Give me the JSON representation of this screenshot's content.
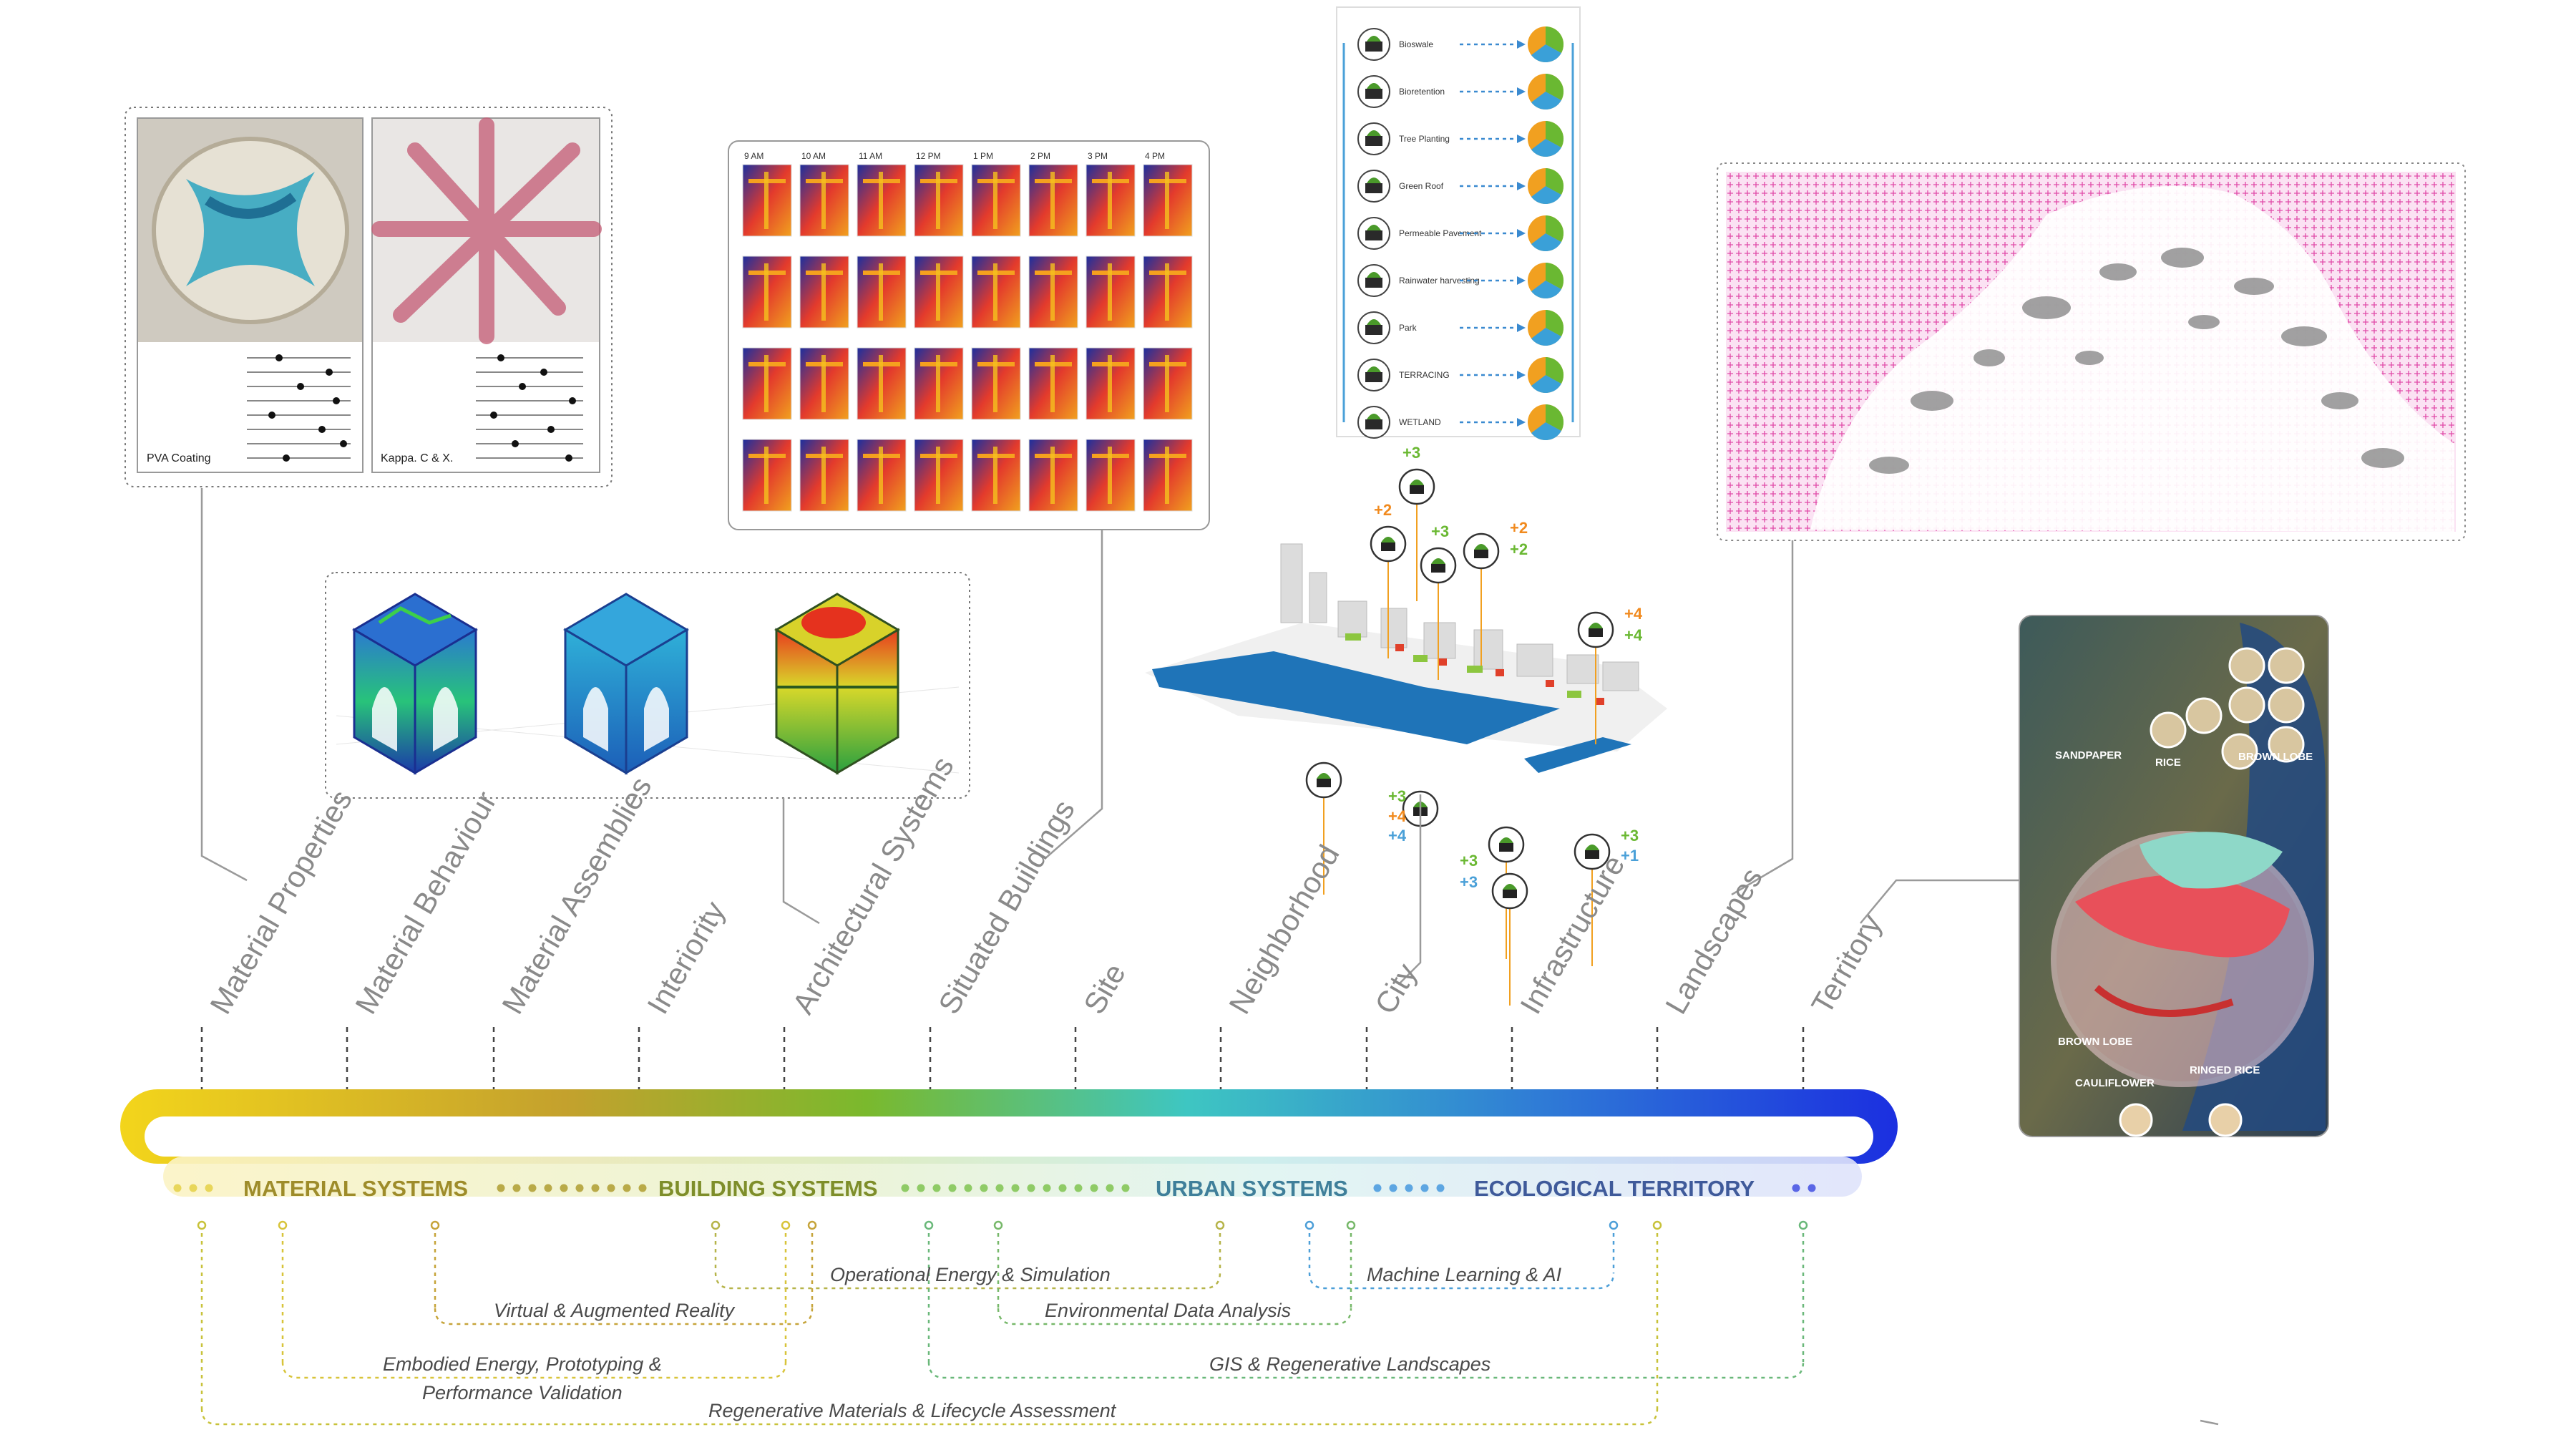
{
  "levels": [
    "Material Properties",
    "Material Behaviour",
    "Material Assemblies",
    "Interiority",
    "Architectural Systems",
    "Situated Buildings",
    "Site",
    "Neighborhood",
    "City",
    "Infrastructure",
    "Landscapes",
    "Territory"
  ],
  "bands": [
    "MATERIAL SYSTEMS",
    "BUILDING SYSTEMS",
    "URBAN SYSTEMS",
    "ECOLOGICAL TERRITORY"
  ],
  "technologies": [
    "Operational Energy & Simulation",
    "Machine Learning & AI",
    "Virtual & Augmented Reality",
    "Environmental Data Analysis",
    "Embodied Energy, Prototyping &",
    "Performance Validation",
    "GIS & Regenerative Landscapes",
    "Regenerative Materials & Lifecycle Assessment"
  ],
  "material_panel": {
    "left_caption": "PVA Coating",
    "right_caption": "Kappa. C & X."
  },
  "heatmap_panel": {
    "times": [
      "9 AM",
      "10 AM",
      "11 AM",
      "12 PM",
      "1 PM",
      "2 PM",
      "3 PM",
      "4 PM"
    ]
  },
  "strategies": [
    "Bioswale",
    "Bioretention",
    "Tree Planting",
    "Green Roof",
    "Permeable Pavement",
    "Rainwater harvesting",
    "Park",
    "TERRACING",
    "WETLAND"
  ],
  "city_badges": [
    "+3",
    "+2",
    "+3",
    "+2",
    "+2",
    "+4",
    "+4",
    "+3",
    "+4",
    "+4",
    "+3",
    "+1",
    "+3",
    "+3"
  ],
  "map_labels": [
    "SANDPAPER",
    "RICE",
    "BROWN LOBE",
    "BROWN LOBE",
    "CAULIFLOWER",
    "RINGED RICE"
  ],
  "colors": {
    "gradient": [
      "#f3d51b",
      "#c4a12d",
      "#7ab92d",
      "#3ec6c2",
      "#2f7bd6",
      "#1b2fe0"
    ],
    "water": "#1f74b8",
    "pink": "#e04aa8"
  }
}
